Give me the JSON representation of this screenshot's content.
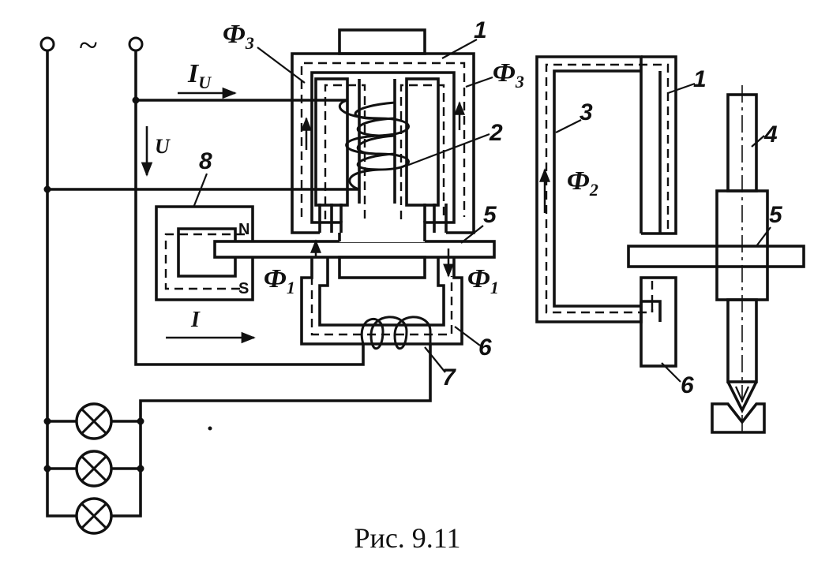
{
  "supply_symbol": "~",
  "labels": {
    "phi": "Ф",
    "flux_3": "3",
    "flux_2": "2",
    "flux_1": "1",
    "current_u": "I",
    "current_u_sub": "U",
    "voltage": "U",
    "current": "I",
    "pole_n": "N",
    "pole_s": "S"
  },
  "part_numbers": {
    "core_1": "1",
    "voltage_coil_2": "2",
    "core_3": "3",
    "axis_4": "4",
    "disk_5": "5",
    "core_6": "6",
    "current_coil_7": "7",
    "magnet_8": "8"
  },
  "caption": "Рис. 9.11"
}
